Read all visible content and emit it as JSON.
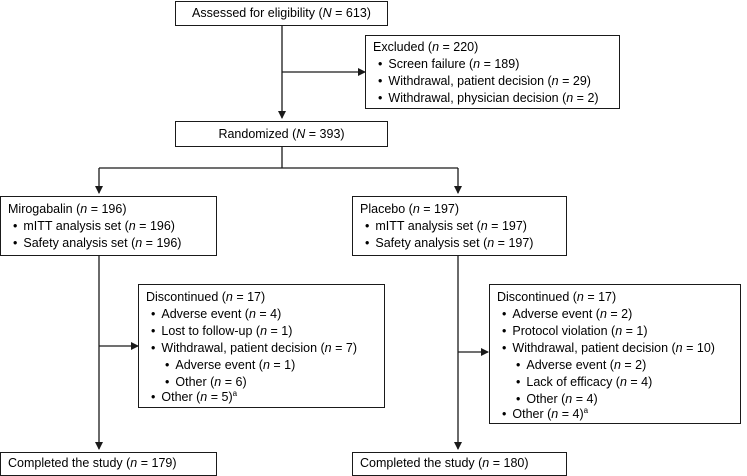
{
  "assessed": {
    "label": "Assessed for eligibility (",
    "var": "N",
    "value": " = 613)"
  },
  "excluded": {
    "title": {
      "label": "Excluded (",
      "var": "n",
      "value": " = 220)"
    },
    "items": [
      {
        "label": "Screen failure (",
        "var": "n",
        "value": " = 189)"
      },
      {
        "label": "Withdrawal, patient decision (",
        "var": "n",
        "value": " = 29)"
      },
      {
        "label": "Withdrawal, physician decision (",
        "var": "n",
        "value": " = 2)"
      }
    ]
  },
  "randomized": {
    "label": "Randomized (",
    "var": "N",
    "value": " = 393)"
  },
  "mirogabalin": {
    "title": {
      "label": "Mirogabalin (",
      "var": "n",
      "value": " = 196)"
    },
    "items": [
      {
        "label": "mITT analysis set (",
        "var": "n",
        "value": " = 196)"
      },
      {
        "label": "Safety analysis set (",
        "var": "n",
        "value": " = 196)"
      }
    ]
  },
  "placebo": {
    "title": {
      "label": "Placebo (",
      "var": "n",
      "value": " = 197)"
    },
    "items": [
      {
        "label": "mITT analysis set (",
        "var": "n",
        "value": " = 197)"
      },
      {
        "label": "Safety analysis set (",
        "var": "n",
        "value": " = 197)"
      }
    ]
  },
  "disc_left": {
    "title": {
      "label": "Discontinued (",
      "var": "n",
      "value": " = 17)"
    },
    "items": [
      {
        "label": "Adverse event (",
        "var": "n",
        "value": " = 4)",
        "level": 1
      },
      {
        "label": "Lost to follow-up (",
        "var": "n",
        "value": " = 1)",
        "level": 1
      },
      {
        "label": "Withdrawal, patient decision (",
        "var": "n",
        "value": " = 7)",
        "level": 1
      },
      {
        "label": "Adverse event (",
        "var": "n",
        "value": " = 1)",
        "level": 2
      },
      {
        "label": "Other (",
        "var": "n",
        "value": " = 6)",
        "level": 2
      },
      {
        "label": "Other (",
        "var": "n",
        "value": " = 5)",
        "sup": "a",
        "level": 1
      }
    ]
  },
  "disc_right": {
    "title": {
      "label": "Discontinued (",
      "var": "n",
      "value": " = 17)"
    },
    "items": [
      {
        "label": "Adverse event (",
        "var": "n",
        "value": " = 2)",
        "level": 1
      },
      {
        "label": "Protocol violation (",
        "var": "n",
        "value": " = 1)",
        "level": 1
      },
      {
        "label": "Withdrawal, patient decision (",
        "var": "n",
        "value": " = 10)",
        "level": 1
      },
      {
        "label": "Adverse event (",
        "var": "n",
        "value": " = 2)",
        "level": 2
      },
      {
        "label": "Lack of efficacy (",
        "var": "n",
        "value": " = 4)",
        "level": 2
      },
      {
        "label": "Other (",
        "var": "n",
        "value": " = 4)",
        "level": 2
      },
      {
        "label": "Other (",
        "var": "n",
        "value": " = 4)",
        "sup": "a",
        "level": 1
      }
    ]
  },
  "completed_left": {
    "label": "Completed the study (",
    "var": "n",
    "value": " = 179)"
  },
  "completed_right": {
    "label": "Completed the study (",
    "var": "n",
    "value": " = 180)"
  },
  "bullet": "•"
}
